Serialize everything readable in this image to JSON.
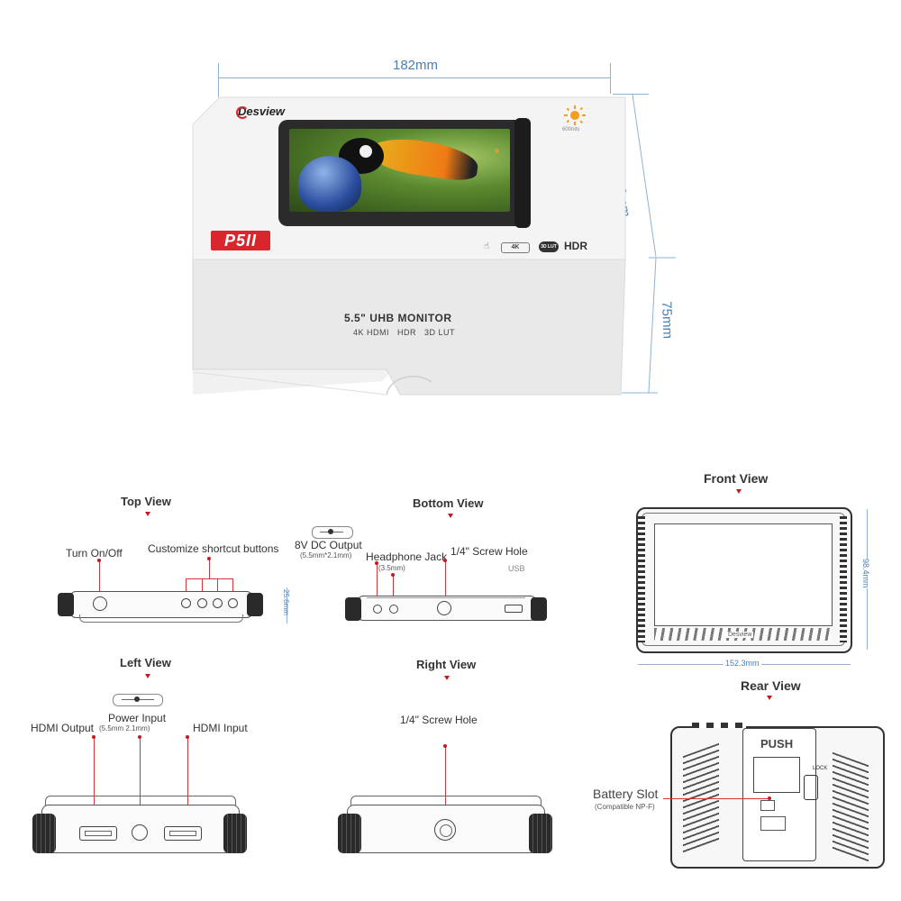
{
  "dimensions": {
    "width": "182mm",
    "height": "120mm",
    "depth": "75mm"
  },
  "box": {
    "brand": "Desview",
    "model": "P5II",
    "product_title": "5.5\" UHB MONITOR",
    "features": "4K HDMI   HDR   3D LUT",
    "brightness": "600nits",
    "badges": [
      "4K",
      "3D LUT",
      "HDR"
    ],
    "icon_names": [
      "brightness-sun-icon",
      "touch-hand-icon"
    ]
  },
  "views": {
    "top": {
      "title": "Top View",
      "labels": {
        "power": "Turn On/Off",
        "shortcuts": "Customize shortcut buttons",
        "height": "25.6mm"
      }
    },
    "bottom": {
      "title": "Bottom View",
      "labels": {
        "dc_out": "8V DC Output",
        "dc_out_spec": "(5.5mm*2.1mm)",
        "headphone": "Headphone Jack",
        "headphone_spec": "(3.5mm)",
        "screw": "1/4\" Screw Hole",
        "usb": "USB"
      }
    },
    "left": {
      "title": "Left View",
      "labels": {
        "hdmi_out": "HDMI Output",
        "power_in": "Power Input",
        "power_in_spec": "(5.5mm 2.1mm)",
        "hdmi_in": "HDMI Input"
      }
    },
    "right": {
      "title": "Right View",
      "labels": {
        "screw": "1/4\" Screw Hole"
      }
    },
    "front": {
      "title": "Front View",
      "labels": {
        "width": "152.3mm",
        "height": "98.4mm",
        "bezel_brand": "Desview"
      }
    },
    "rear": {
      "title": "Rear View",
      "labels": {
        "push": "PUSH",
        "battery": "Battery Slot",
        "battery_spec": "(Compatible NP-F)",
        "lock": "LOCK"
      }
    }
  },
  "colors": {
    "accent_red": "#c8171e",
    "dimension_blue": "#4a7fb3",
    "badge_red": "#d8262c"
  }
}
